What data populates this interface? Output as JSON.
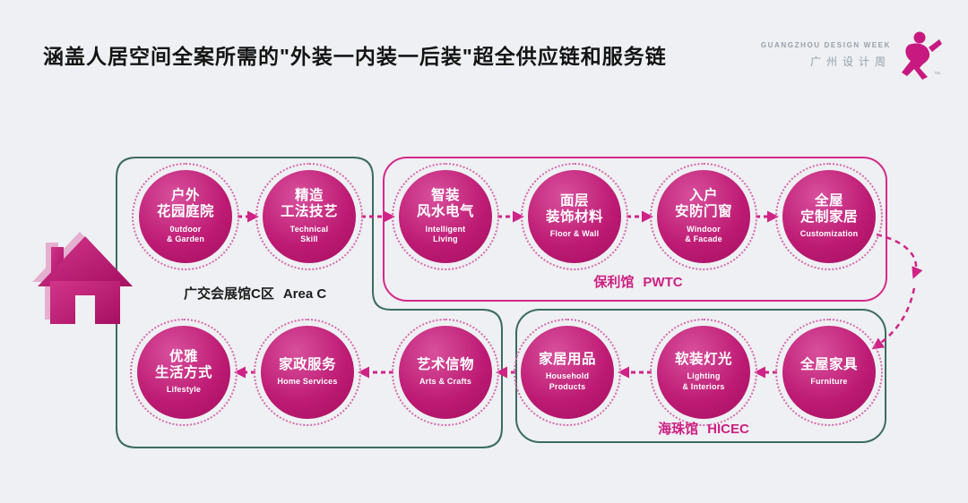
{
  "title": "涵盖人居空间全案所需的\"外装一内装一后装\"超全供应链和服务链",
  "logo": {
    "name_en": "GUANGZHOU DESIGN WEEK",
    "name_zh": "广州设计周",
    "tm": "™"
  },
  "groups": {
    "area_c": {
      "zh": "广交会展馆C区",
      "en": "Area C"
    },
    "pwtc": {
      "zh": "保利馆",
      "en": "PWTC"
    },
    "hicec": {
      "zh": "海珠馆",
      "en": "HICEC"
    }
  },
  "circles": [
    {
      "id": "outdoor-garden",
      "zh": [
        "户外",
        "花园庭院"
      ],
      "en": [
        "0utdoor",
        "& Garden"
      ]
    },
    {
      "id": "technical-skill",
      "zh": [
        "精造",
        "工法技艺"
      ],
      "en": [
        "Technical",
        "Skill"
      ]
    },
    {
      "id": "intelligent-living",
      "zh": [
        "智装",
        "风水电气"
      ],
      "en": [
        "Intelligent",
        "Living"
      ]
    },
    {
      "id": "floor-wall",
      "zh": [
        "面层",
        "装饰材料"
      ],
      "en": [
        "Floor & Wall"
      ]
    },
    {
      "id": "windoor-facade",
      "zh": [
        "入户",
        "安防门窗"
      ],
      "en": [
        "Windoor",
        "& Facade"
      ]
    },
    {
      "id": "customization",
      "zh": [
        "全屋",
        "定制家居"
      ],
      "en": [
        "Customization"
      ]
    },
    {
      "id": "lifestyle",
      "zh": [
        "优雅",
        "生活方式"
      ],
      "en": [
        "Lifestyle"
      ]
    },
    {
      "id": "home-services",
      "zh": [
        "家政服务"
      ],
      "en": [
        "Home Services"
      ]
    },
    {
      "id": "arts-crafts",
      "zh": [
        "艺术信物"
      ],
      "en": [
        "Arts & Crafts"
      ]
    },
    {
      "id": "household-products",
      "zh": [
        "家居用品"
      ],
      "en": [
        "Household",
        "Products"
      ]
    },
    {
      "id": "lighting-interiors",
      "zh": [
        "软装灯光"
      ],
      "en": [
        "Lighting",
        "& Interiors"
      ]
    },
    {
      "id": "furniture",
      "zh": [
        "全屋家具"
      ],
      "en": [
        "Furniture"
      ]
    }
  ],
  "colors": {
    "background": "#eef0f3",
    "magenta": "#c81980",
    "arrow": "#cf2386",
    "teal_outline": "#3c6b60",
    "pink_outline": "#d42a8a",
    "logo_gray": "#98a0aa"
  }
}
